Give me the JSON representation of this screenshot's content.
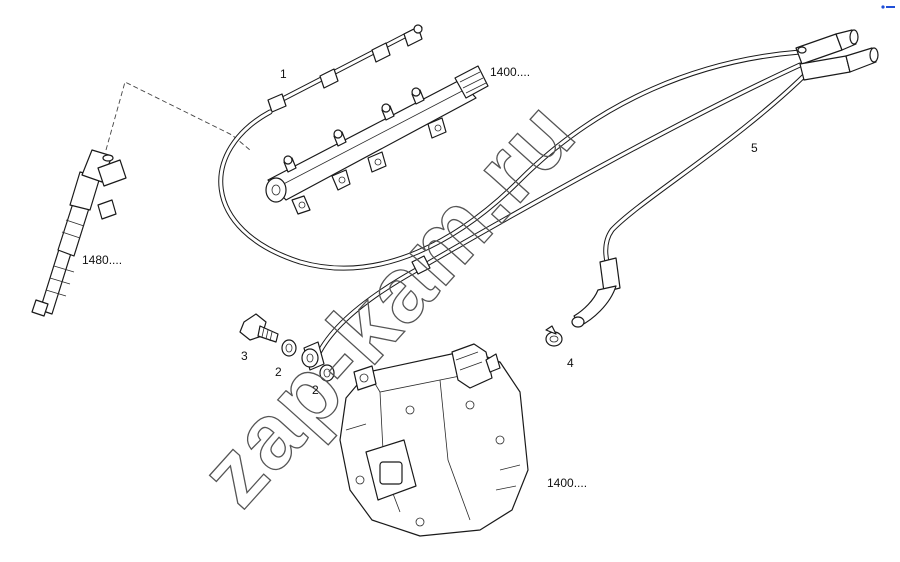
{
  "diagram": {
    "labels": {
      "part1": "1",
      "part2a": "2",
      "part2b": "2",
      "part3": "3",
      "part4": "4",
      "part5": "5",
      "ref_rail": "1400....",
      "ref_injector": "1480....",
      "ref_pump": "1400...."
    },
    "watermark": "zap-kam.ru",
    "logo_text": "°",
    "colors": {
      "line": "#1a1a1a",
      "background": "#ffffff",
      "watermark": "#555555",
      "logo": "#1f4fd8"
    }
  }
}
